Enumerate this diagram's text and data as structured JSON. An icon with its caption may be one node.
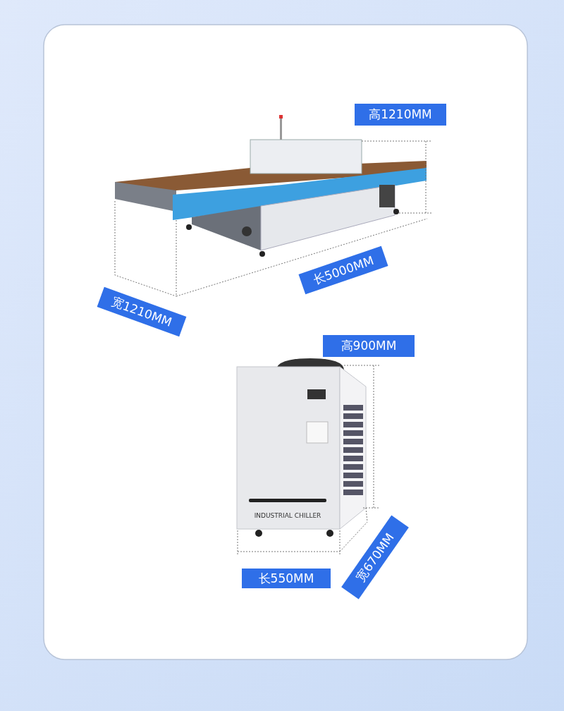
{
  "diagram": {
    "labels": [
      "高1210MM",
      "长5000MM",
      "宽1210MM",
      "高900MM",
      "INDUSTRIAL CHILLER",
      "长550MM",
      "宽670MM"
    ]
  }
}
